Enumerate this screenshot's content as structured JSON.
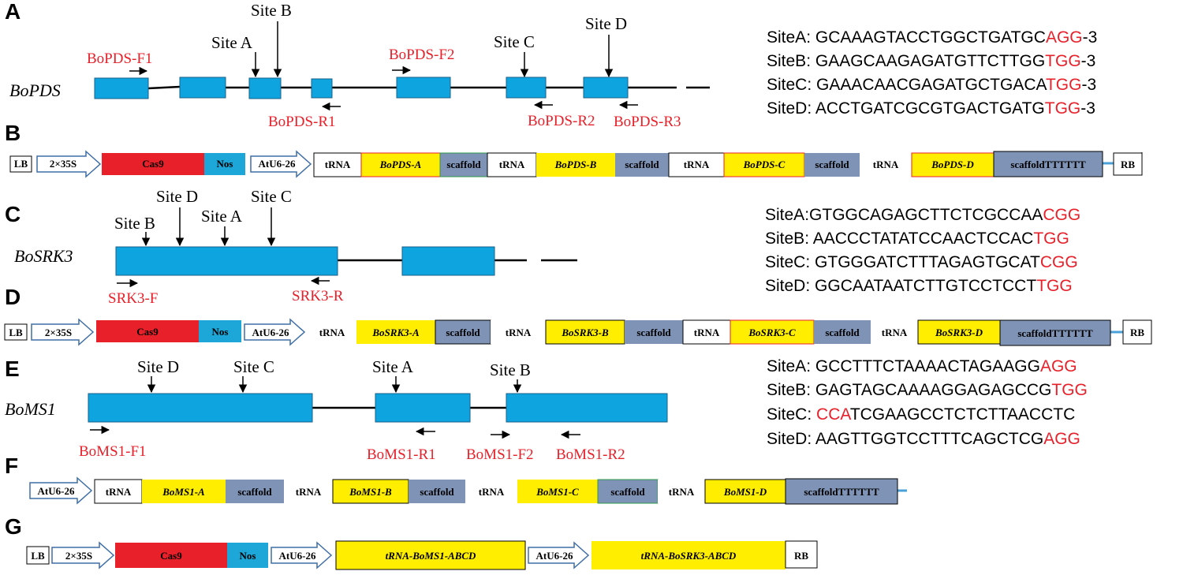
{
  "panels": {
    "a": "A",
    "b": "B",
    "c": "C",
    "d": "D",
    "e": "E",
    "f": "F",
    "g": "G"
  },
  "a": {
    "gene": "BoPDS",
    "sites": {
      "a": "Site A",
      "b": "Site B",
      "c": "Site C",
      "d": "Site D"
    },
    "primers": {
      "f1": "BoPDS-F1",
      "f2": "BoPDS-F2",
      "r1": "BoPDS-R1",
      "r2": "BoPDS-R2",
      "r3": "BoPDS-R3"
    },
    "seqs": [
      {
        "name": "SiteA: ",
        "seq": "GCAAAGTACCTGGCTGATGC",
        "pam": "AGG",
        "tail": "-3"
      },
      {
        "name": "SiteB: ",
        "seq": "GAAGCAAGAGATGTTCTTGG",
        "pam": "TGG",
        "tail": "-3"
      },
      {
        "name": "SiteC: ",
        "seq": "GAAACAACGAGATGCTGACA",
        "pam": "TGG",
        "tail": "-3"
      },
      {
        "name": "SiteD: ",
        "seq": "ACCTGATCGCGTGACTGATG",
        "pam": "TGG",
        "tail": "-3"
      }
    ]
  },
  "b": {
    "lb": "LB",
    "promoter": "2×35S",
    "cas9": "Cas9",
    "nos": "Nos",
    "u6": "AtU6-26",
    "trna": "tRNA",
    "scaffold": "scaffold",
    "scaffold_end": "scaffoldTTTTTT",
    "guides": [
      "BoPDS-A",
      "BoPDS-B",
      "BoPDS-C",
      "BoPDS-D"
    ],
    "rb": "RB"
  },
  "c": {
    "gene": "BoSRK3",
    "sites": {
      "a": "Site A",
      "b": "Site B",
      "c": "Site C",
      "d": "Site D"
    },
    "primers": {
      "f": "SRK3-F",
      "r": "SRK3-R"
    },
    "seqs": [
      {
        "name": "SiteA:",
        "seq": "GTGGCAGAGCTTCTCGCCAA",
        "pam": "CGG"
      },
      {
        "name": "SiteB: ",
        "seq": "AACCCTATATCCAACTCCAC",
        "pam": "TGG"
      },
      {
        "name": "SiteC: ",
        "seq": "GTGGGATCTTTAGAGTGCAT",
        "pam": "CGG"
      },
      {
        "name": "SiteD: ",
        "seq": "GGCAATAATCTTGTCCTCCT",
        "pam": "TGG"
      }
    ]
  },
  "d": {
    "lb": "LB",
    "promoter": "2×35S",
    "cas9": "Cas9",
    "nos": "Nos",
    "u6": "AtU6-26",
    "trna": "tRNA",
    "scaffold": "scaffold",
    "scaffold_end": "scaffoldTTTTTT",
    "guides": [
      "BoSRK3-A",
      "BoSRK3-B",
      "BoSRK3-C",
      "BoSRK3-D"
    ],
    "rb": "RB"
  },
  "e": {
    "gene": "BoMS1",
    "sites": {
      "a": "Site A",
      "b": "Site B",
      "c": "Site C",
      "d": "Site D"
    },
    "primers": {
      "f1": "BoMS1-F1",
      "r1": "BoMS1-R1",
      "f2": "BoMS1-F2",
      "r2": "BoMS1-R2"
    },
    "seqs": [
      {
        "name": "SiteA: ",
        "pre": "",
        "seq": "GCCTTTCTAAAACTAGAAGG",
        "pam": "AGG"
      },
      {
        "name": "SiteB: ",
        "pre": "",
        "seq": "GAGTAGCAAAAGGAGAGCCG",
        "pam": "TGG"
      },
      {
        "name": "SiteC: ",
        "pre": "CCA",
        "seq": "TCGAAGCCTCTCTTAACCTC",
        "pam": ""
      },
      {
        "name": "SiteD: ",
        "pre": "",
        "seq": "AAGTTGGTCCTTTCAGCTCG",
        "pam": "AGG"
      }
    ]
  },
  "f": {
    "u6": "AtU6-26",
    "trna": "tRNA",
    "scaffold": "scaffold",
    "scaffold_end": "scaffoldTTTTTT",
    "guides": [
      "BoMS1-A",
      "BoMS1-B",
      "BoMS1-C",
      "BoMS1-D"
    ]
  },
  "g": {
    "lb": "LB",
    "promoter": "2×35S",
    "cas9": "Cas9",
    "nos": "Nos",
    "u6": "AtU6-26",
    "array1": "tRNA-BoMS1-ABCD",
    "array2": "tRNA-BoSRK3-ABCD",
    "rb": "RB"
  },
  "colors": {
    "exon": "#0ea4e0",
    "cas9": "#e8202a",
    "nos": "#1da7d8",
    "guide": "#ffee00",
    "scaffold": "#7e93b6",
    "primer": "#e8202a"
  }
}
